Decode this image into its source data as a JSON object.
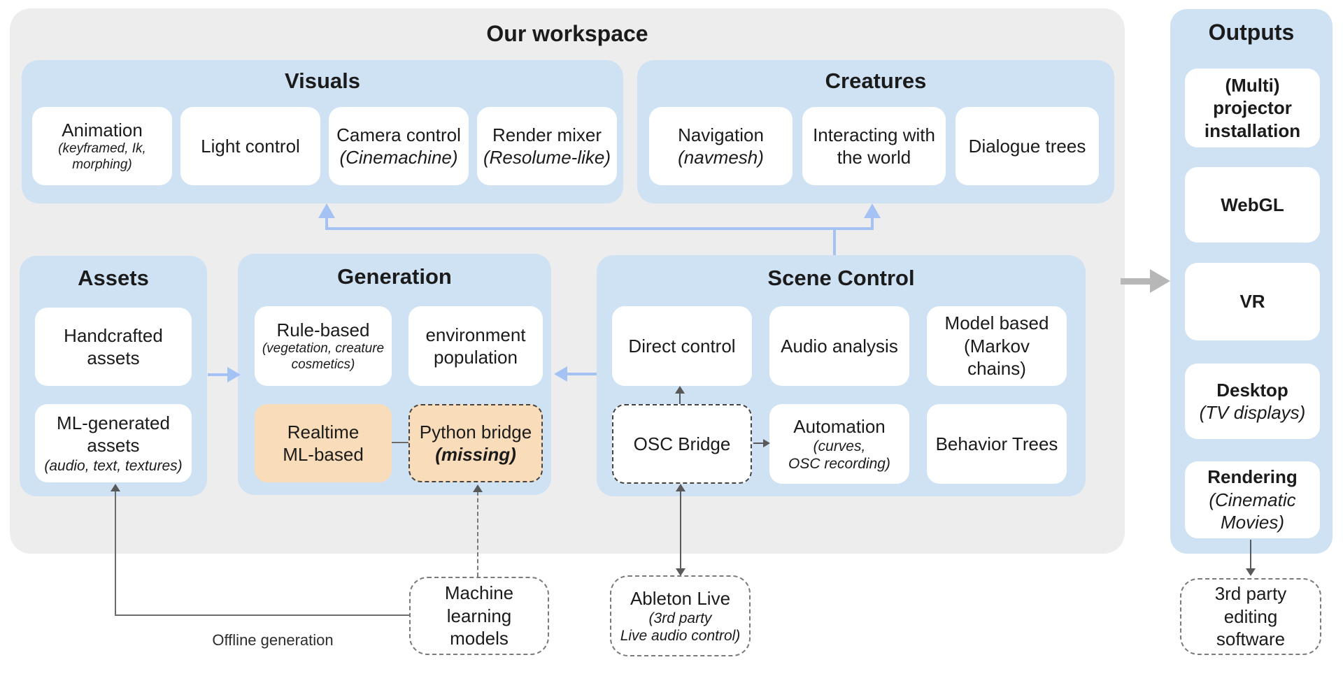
{
  "workspace": {
    "title": "Our workspace",
    "visuals": {
      "title": "Visuals",
      "boxes": [
        {
          "label": "Animation",
          "sublabel": "(keyframed, Ik,\nmorphing)"
        },
        {
          "label": "Light control"
        },
        {
          "label": "Camera control",
          "sublabel": "(Cinemachine)"
        },
        {
          "label": "Render mixer",
          "sublabel": "(Resolume-like)"
        }
      ]
    },
    "creatures": {
      "title": "Creatures",
      "boxes": [
        {
          "label": "Navigation",
          "sublabel": "(navmesh)"
        },
        {
          "label": "Interacting with\nthe world"
        },
        {
          "label": "Dialogue trees"
        }
      ]
    },
    "assets": {
      "title": "Assets",
      "boxes": [
        {
          "label": "Handcrafted\nassets"
        },
        {
          "label": "ML-generated\nassets",
          "sublabel": "(audio, text, textures)"
        }
      ]
    },
    "generation": {
      "title": "Generation",
      "boxes": [
        {
          "label": "Rule-based",
          "sublabel": "(vegetation, creature\ncosmetics)"
        },
        {
          "label": "environment\npopulation"
        },
        {
          "label": "Realtime\nML-based",
          "highlight": true
        },
        {
          "label": "Python bridge",
          "sublabel": "(missing)",
          "highlight": true,
          "dashed": true
        }
      ]
    },
    "scene_control": {
      "title": "Scene Control",
      "boxes": [
        {
          "label": "Direct control"
        },
        {
          "label": "Audio analysis"
        },
        {
          "label": "Model based\n(Markov chains)"
        },
        {
          "label": "OSC Bridge",
          "dashed": true
        },
        {
          "label": "Automation",
          "sublabel": "(curves,\nOSC recording)"
        },
        {
          "label": "Behavior Trees"
        }
      ]
    }
  },
  "outputs": {
    "title": "Outputs",
    "boxes": [
      {
        "label": "(Multi)\nprojector\ninstallation"
      },
      {
        "label": "WebGL"
      },
      {
        "label": "VR"
      },
      {
        "label": "Desktop",
        "sublabel": "(TV displays)"
      },
      {
        "label": "Rendering",
        "sublabel": "(Cinematic\nMovies)"
      }
    ]
  },
  "external": {
    "machine_learning": {
      "label": "Machine\nlearning models"
    },
    "ableton": {
      "label": "Ableton Live",
      "sublabel": "(3rd party\nLive audio control)"
    },
    "editing": {
      "label": "3rd party\nediting software"
    }
  },
  "annotations": {
    "offline_generation": "Offline generation"
  },
  "colors": {
    "workspace_bg": "#ededed",
    "panel_blue": "#cfe2f3",
    "box_white": "#ffffff",
    "highlight_orange": "#f9dcb9",
    "arrow_blue": "#a4c2f4",
    "arrow_dark": "#595959",
    "arrow_gray": "#b7b7b7",
    "dashed_dark": "#444444",
    "dashed_gray": "#7a7a7a"
  }
}
